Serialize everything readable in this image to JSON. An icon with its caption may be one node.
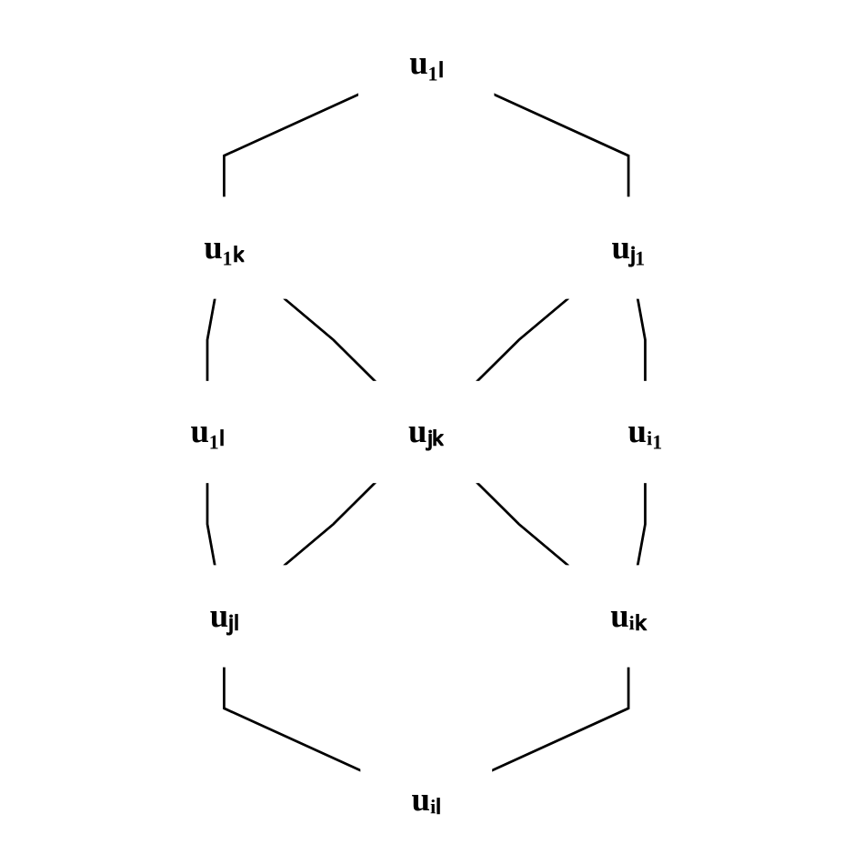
{
  "diagram": {
    "nodes": [
      {
        "text": [
          "u₁ₗ"
        ]
      },
      {
        "text": [
          "u₁ₖ"
        ]
      },
      {
        "text": [
          "u₁ₗ"
        ]
      },
      {
        "text": [
          "uⱼ₁"
        ]
      },
      {
        "text": [
          "uⱼₖ"
        ]
      },
      {
        "text": [
          "uⱼₗ"
        ]
      },
      {
        "text": [
          "uᵢ₁"
        ]
      },
      {
        "text": [
          "uᵢₖ"
        ]
      },
      {
        "text": [
          "uᵢₗ"
        ]
      }
    ],
    "edges": [
      {
        "from": 0,
        "to": 1,
        "arrow": "none"
      },
      {
        "from": 1,
        "to": 2,
        "arrow": "none"
      },
      {
        "from": 0,
        "to": 3,
        "arrow": "none"
      },
      {
        "from": 1,
        "to": 4,
        "arrow": "none"
      },
      {
        "from": 2,
        "to": 5,
        "arrow": "none"
      },
      {
        "from": 3,
        "to": 4,
        "arrow": "none"
      },
      {
        "from": 4,
        "to": 5,
        "arrow": "none"
      },
      {
        "from": 3,
        "to": 6,
        "arrow": "none"
      },
      {
        "from": 4,
        "to": 7,
        "arrow": "none"
      },
      {
        "from": 5,
        "to": 8,
        "arrow": "none"
      },
      {
        "from": 6,
        "to": 7,
        "arrow": "none"
      },
      {
        "from": 7,
        "to": 8,
        "arrow": "none"
      }
    ]
  }
}
